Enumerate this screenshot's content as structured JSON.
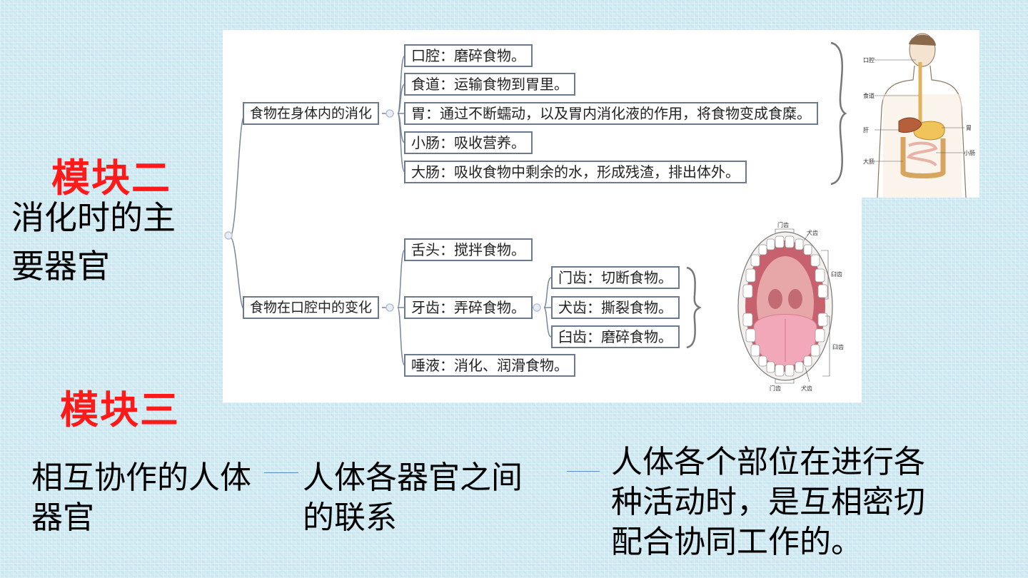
{
  "left": {
    "module2_title": "模块二",
    "module2_line1": "消化时的主",
    "module2_line2": "要器官",
    "module3_title": "模块三"
  },
  "mindmap": {
    "branch1": "食物在身体内的消化",
    "branch2": "食物在口腔中的变化",
    "b1_items": [
      "口腔：磨碎食物。",
      "食道：运输食物到胃里。",
      "胃：通过不断蠕动，以及胃内消化液的作用，将食物变成食糜。",
      "小肠：吸收营养。",
      "大肠：吸收食物中剩余的水，形成残渣，排出体外。"
    ],
    "b2_items": [
      "舌头：搅拌食物。",
      "牙齿：弄碎食物。",
      "唾液：消化、润滑食物。"
    ],
    "teeth_items": [
      "门齿：切断食物。",
      "犬齿：撕裂食物。",
      "臼齿：磨碎食物。"
    ]
  },
  "body_labels": [
    "口腔",
    "食道",
    "胃",
    "肝",
    "小肠",
    "大肠"
  ],
  "mouth_labels": [
    "门齿",
    "犬齿",
    "臼齿",
    "臼齿",
    "门齿",
    "犬齿"
  ],
  "bottom": {
    "t1_line1": "相互协作的人体",
    "t1_line2": "器官",
    "t2_line1": "人体各器官之间",
    "t2_line2": "的联系",
    "t3_line1": "人体各个部位在进行各",
    "t3_line2": "种活动时，是互相密切",
    "t3_line3": "配合协同工作的。"
  },
  "colors": {
    "title_red": "#ff1a1a",
    "node_border": "#6b7a90",
    "connector": "#5b8ac8"
  }
}
